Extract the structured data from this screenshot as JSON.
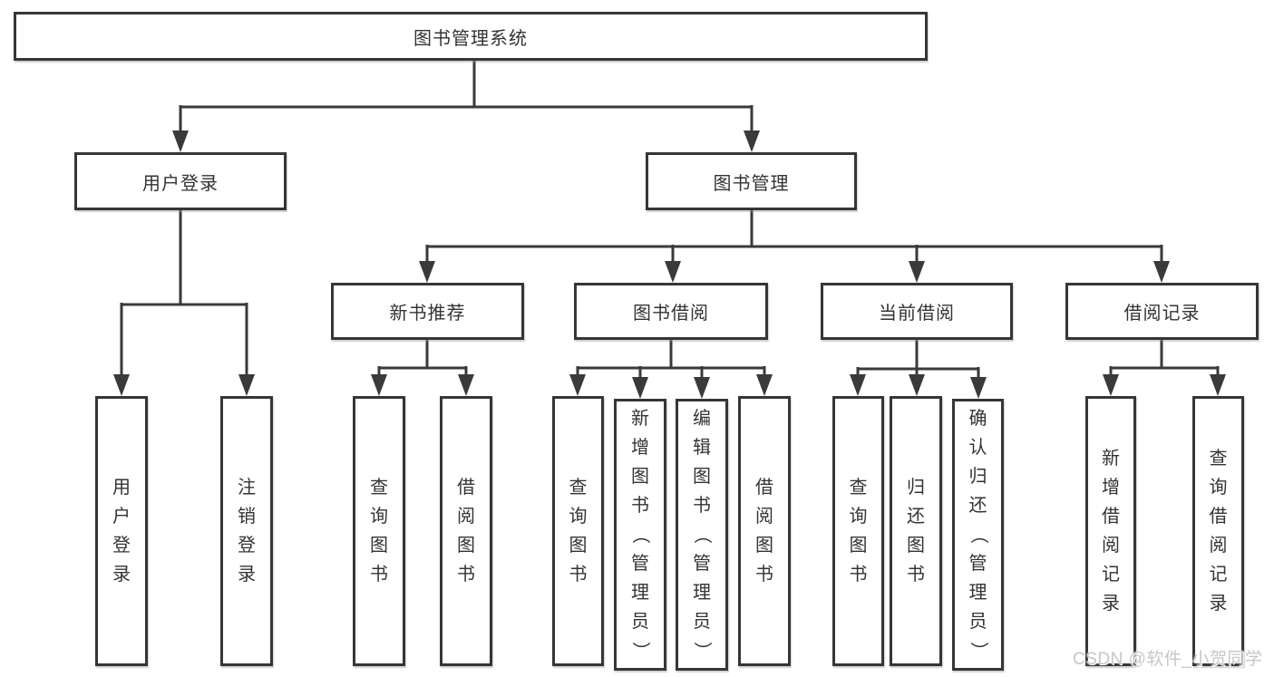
{
  "title": "图书管理系统",
  "watermark": "CSDN @软件_小贺同学",
  "colors": {
    "line": "#3a3a3a",
    "box_border": "#363636",
    "text": "#333333",
    "watermark": "#c7c7c7",
    "background": "#ffffff"
  },
  "tree": {
    "label": "图书管理系统",
    "children": [
      {
        "label": "用户登录",
        "children": [
          {
            "label": "用户登录"
          },
          {
            "label": "注销登录"
          }
        ]
      },
      {
        "label": "图书管理",
        "children": [
          {
            "label": "新书推荐",
            "children": [
              {
                "label": "查询图书"
              },
              {
                "label": "借阅图书"
              }
            ]
          },
          {
            "label": "图书借阅",
            "children": [
              {
                "label": "查询图书"
              },
              {
                "label": "新增图书（管理员）"
              },
              {
                "label": "编辑图书（管理员）"
              },
              {
                "label": "借阅图书"
              }
            ]
          },
          {
            "label": "当前借阅",
            "children": [
              {
                "label": "查询图书"
              },
              {
                "label": "归还图书"
              },
              {
                "label": "确认归还（管理员）"
              }
            ]
          },
          {
            "label": "借阅记录",
            "children": [
              {
                "label": "新增借阅记录"
              },
              {
                "label": "查询借阅记录"
              }
            ]
          }
        ]
      }
    ]
  }
}
